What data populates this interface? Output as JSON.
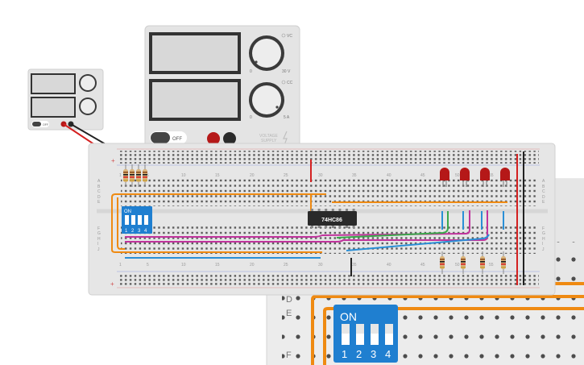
{
  "workspace": {
    "background": "#ffffff"
  },
  "power_supply_large": {
    "dial_top_label": "VC",
    "dial_top_value": "30 V",
    "dial_top_zero": "0",
    "dial_bottom_label": "CC",
    "dial_bottom_value": "5 A",
    "dial_bottom_zero": "0",
    "power_switch_label": "OFF",
    "brand_line1": "VOLTAGE",
    "brand_line2": "SUPPLY"
  },
  "power_supply_small": {
    "power_switch_label": "OFF"
  },
  "breadboard_main": {
    "row_labels_left": [
      "A",
      "B",
      "C",
      "D",
      "E",
      "F",
      "G",
      "H",
      "I",
      "J"
    ],
    "row_labels_right": [
      "A",
      "B",
      "C",
      "D",
      "E",
      "F",
      "G",
      "H",
      "I",
      "J"
    ],
    "column_numbers_top": [
      "1",
      "5",
      "10",
      "15",
      "20",
      "25",
      "30",
      "35",
      "40",
      "45",
      "50",
      "55"
    ],
    "column_numbers_bottom": [
      "1",
      "5",
      "10",
      "15",
      "20",
      "25",
      "30",
      "35",
      "40",
      "45",
      "50",
      "55"
    ],
    "rail_plus": "+",
    "rail_minus": "-"
  },
  "ic_chip": {
    "label": "74HC86"
  },
  "dip_switch_small": {
    "on_label": "ON",
    "positions": [
      "1",
      "2",
      "3",
      "4"
    ]
  },
  "zoom_view": {
    "row_labels": [
      "D",
      "E",
      "F"
    ],
    "dip_switch": {
      "on_label": "ON",
      "positions": [
        "1",
        "2",
        "3",
        "4"
      ]
    }
  },
  "colors": {
    "led_red": "#b51818",
    "wire_orange": "#ef8a12",
    "wire_magenta": "#c0339c",
    "wire_blue": "#2a8fd6",
    "wire_green": "#3aa84a",
    "wire_red": "#d42020",
    "wire_black": "#222222",
    "dip_blue": "#1f7fd0"
  }
}
